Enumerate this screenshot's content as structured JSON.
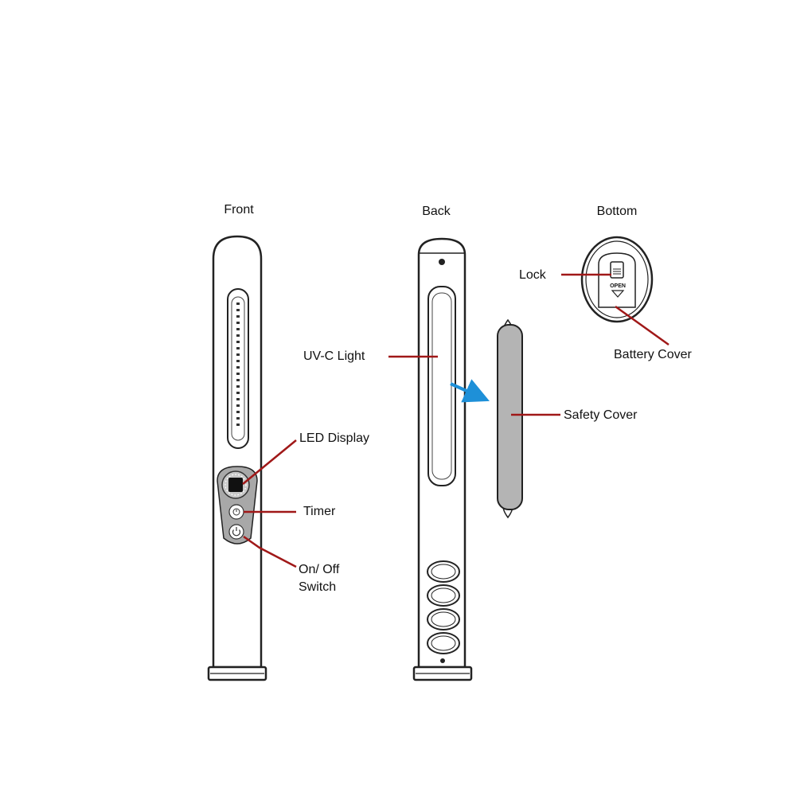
{
  "headers": {
    "front": "Front",
    "back": "Back",
    "bottom": "Bottom"
  },
  "labels": {
    "led_display": "LED Display",
    "timer": "Timer",
    "on_off_line1": "On/ Off",
    "on_off_line2": "Switch",
    "uvc_light": "UV-C Light",
    "safety_cover": "Safety Cover",
    "lock": "Lock",
    "battery_cover": "Battery Cover",
    "open_mark": "OPEN"
  },
  "colors": {
    "outline": "#222222",
    "leader_line": "#a01818",
    "arrow": "#1e90d8",
    "panel_gray": "#a8a8a8",
    "safety_cover_fill": "#b4b4b4"
  },
  "icons": {
    "arrow": "blue-arrow-icon",
    "power": "power-icon",
    "timer": "timer-icon"
  }
}
